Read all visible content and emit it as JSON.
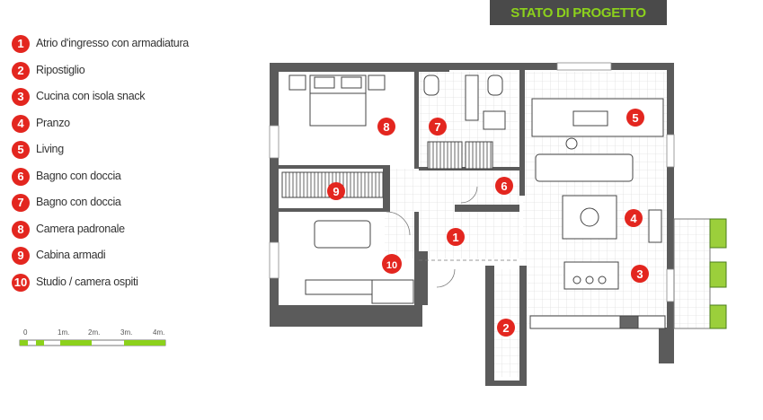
{
  "title": "STATO DI PROGETTO",
  "legend": [
    {
      "num": "1",
      "label": "Atrio d'ingresso con armadiatura"
    },
    {
      "num": "2",
      "label": "Ripostiglio"
    },
    {
      "num": "3",
      "label": "Cucina con isola snack"
    },
    {
      "num": "4",
      "label": "Pranzo"
    },
    {
      "num": "5",
      "label": "Living"
    },
    {
      "num": "6",
      "label": "Bagno con doccia"
    },
    {
      "num": "7",
      "label": "Bagno con doccia"
    },
    {
      "num": "8",
      "label": "Camera padronale"
    },
    {
      "num": "9",
      "label": "Cabina armadi"
    },
    {
      "num": "10",
      "label": "Studio / camera ospiti"
    }
  ],
  "scale": {
    "labels": [
      "0",
      "1m.",
      "2m.",
      "3m.",
      "4m."
    ]
  },
  "rooms": {
    "m1": "1",
    "m2": "2",
    "m3": "3",
    "m4": "4",
    "m5": "5",
    "m6": "6",
    "m7": "7",
    "m8": "8",
    "m9": "9",
    "m10": "10"
  },
  "colors": {
    "accent": "#8cd11c",
    "marker": "#e3261f",
    "wall": "#5b5b5b",
    "title_bg": "#4a4a4a"
  }
}
